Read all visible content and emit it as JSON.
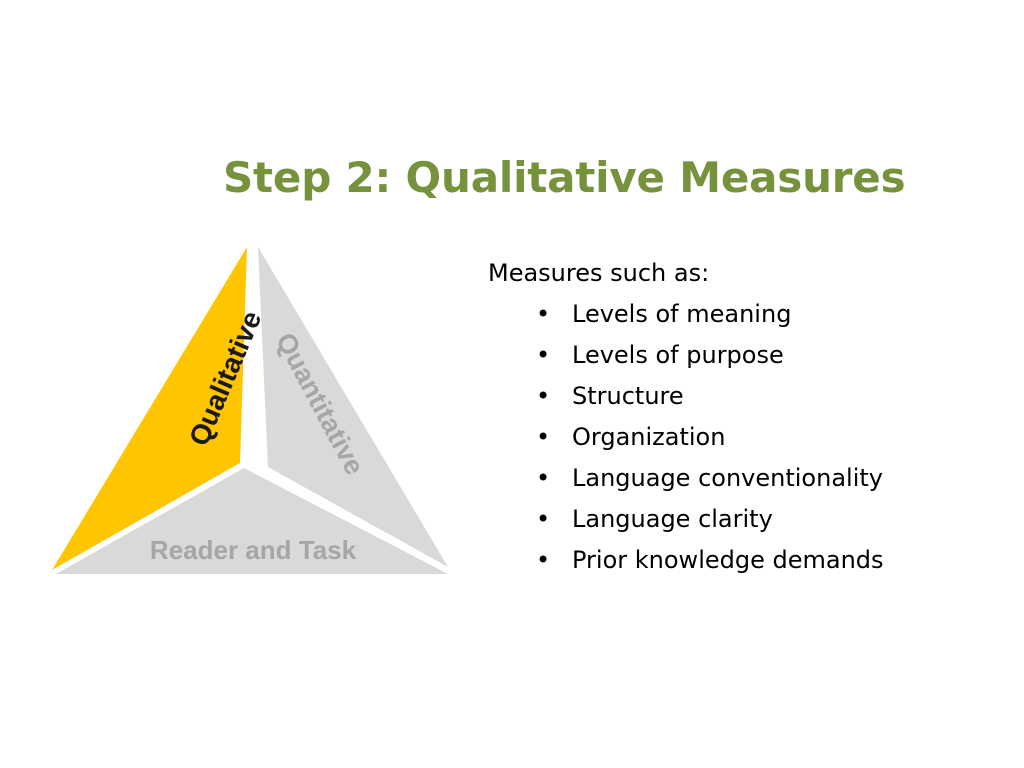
{
  "slide": {
    "title": "Step 2: Qualitative Measures",
    "colors": {
      "title": "#76923c",
      "qualitative": "#ffc600",
      "qualitative_text": "#1a1a1a",
      "inactive_side": "#d9d9d9",
      "inactive_text": "#a6a6a6"
    }
  },
  "triangle": {
    "labels": {
      "qualitative": "Qualitative",
      "quantitative": "Quantitative",
      "reader_task": "Reader and Task"
    },
    "highlighted": "qualitative"
  },
  "content": {
    "intro": "Measures such as:",
    "bullet_glyph": "•",
    "bullets": [
      "Levels of meaning",
      "Levels of purpose",
      "Structure",
      "Organization",
      "Language conventionality",
      "Language clarity",
      "Prior knowledge demands"
    ]
  }
}
